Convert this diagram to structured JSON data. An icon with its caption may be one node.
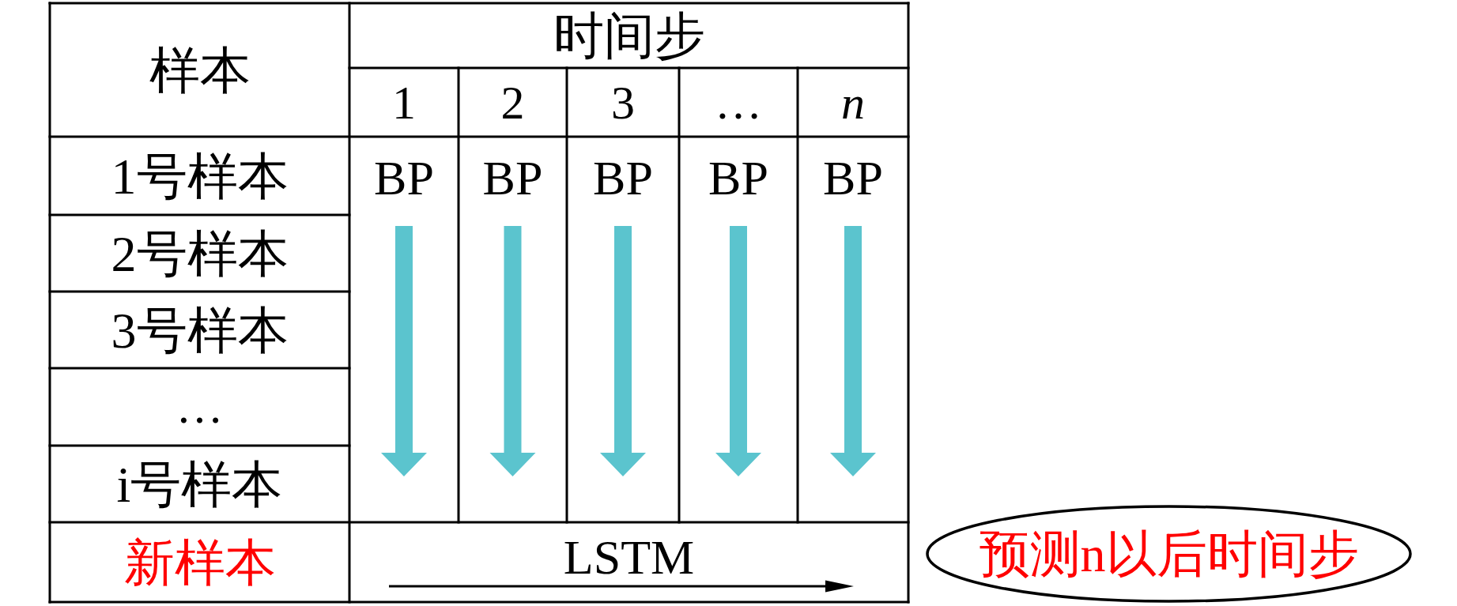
{
  "diagram": {
    "nodes": [
      {
        "text": [
          "预测n以后时间步"
        ]
      }
    ],
    "labels": [
      "样本",
      "时间步",
      "1",
      "2",
      "3",
      "…",
      "n",
      "1号样本",
      "BP",
      "BP",
      "BP",
      "BP",
      "BP",
      "2号样本",
      "3号样本",
      "…",
      "i号样本",
      "新样本",
      "LSTM"
    ]
  }
}
